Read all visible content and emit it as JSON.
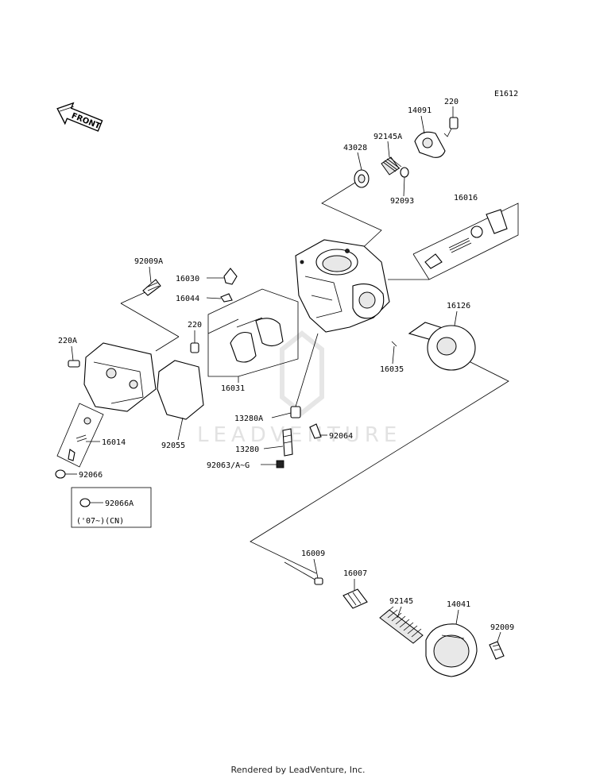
{
  "diagram": {
    "code": "E1612",
    "front_label": "FRONT",
    "watermark": "LEADVENTURE",
    "note_label": "('07~)(CN)",
    "footer": "Rendered by LeadVenture, Inc.",
    "part_labels": {
      "p220_top": "220",
      "p14091": "14091",
      "p92145A": "92145A",
      "p43028": "43028",
      "p92093": "92093",
      "p16016": "16016",
      "p92009A": "92009A",
      "p16030": "16030",
      "p16044": "16044",
      "p220": "220",
      "p220A": "220A",
      "p16126": "16126",
      "p16035": "16035",
      "p16031": "16031",
      "p16014": "16014",
      "p92055": "92055",
      "p13280A": "13280A",
      "p92064": "92064",
      "p13280": "13280",
      "p92063": "92063/A~G",
      "p92066": "92066",
      "p92066A": "92066A",
      "p16009": "16009",
      "p16007": "16007",
      "p92145": "92145",
      "p14041": "14041",
      "p92009": "92009"
    }
  }
}
